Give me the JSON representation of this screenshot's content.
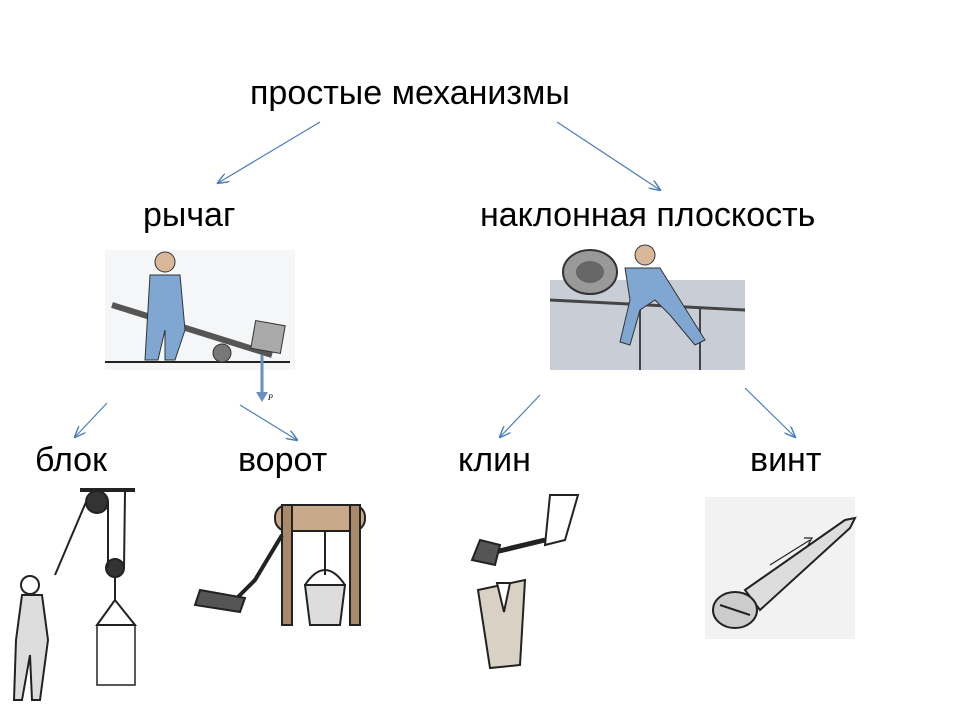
{
  "title": "простые механизмы",
  "level1": [
    {
      "label": "рычаг",
      "icon": "lever-illustration"
    },
    {
      "label": "наклонная плоскость",
      "icon": "inclined-plane-illustration"
    }
  ],
  "level2": [
    {
      "label": "блок",
      "icon": "pulley-illustration"
    },
    {
      "label": "ворот",
      "icon": "windlass-illustration"
    },
    {
      "label": "клин",
      "icon": "wedge-illustration"
    },
    {
      "label": "винт",
      "icon": "screw-illustration"
    }
  ],
  "force_label": "P",
  "colors": {
    "arrow": "#4a7ebb",
    "text": "#000000"
  }
}
